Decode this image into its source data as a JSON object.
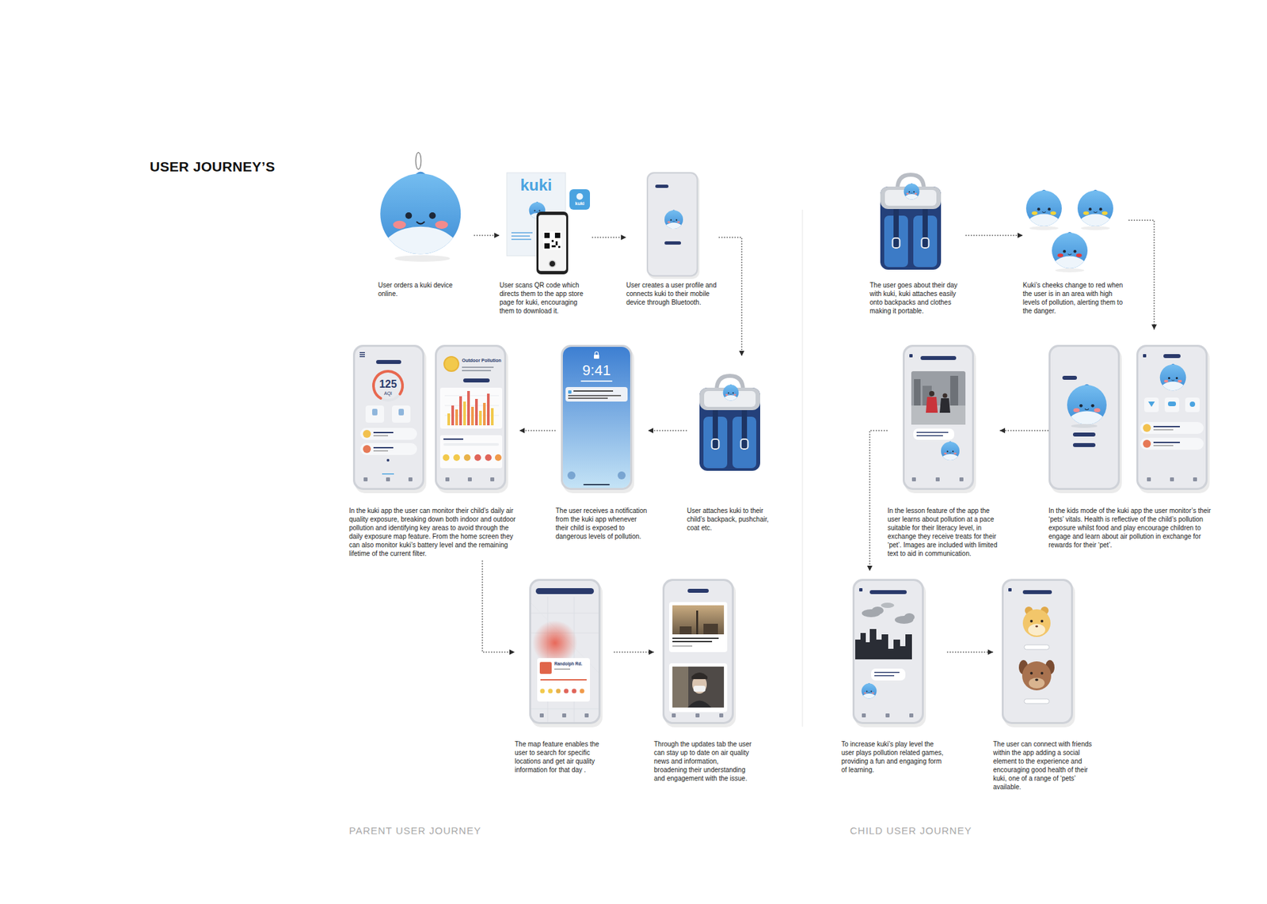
{
  "diagram": {
    "title": "USER JOURNEY’S",
    "nodes": [
      {
        "text": [
          "User orders a kuki device online."
        ]
      },
      {
        "text": [
          "User scans QR code which directs them to the app store page for kuki, encouraging them to download it."
        ]
      },
      {
        "text": [
          "User creates a user profile and connects kuki to their mobile device through Bluetooth."
        ]
      },
      {
        "text": [
          "User attaches kuki to their child’s backpack, pushchair, coat etc."
        ]
      },
      {
        "text": [
          "The user receives a notification from the kuki app whenever their child is exposed to dangerous levels of pollution."
        ]
      },
      {
        "text": [
          "In the kuki app the user can monitor their child’s daily air quality exposure, breaking down both indoor and outdoor pollution and identifying key areas to avoid through the daily exposure map feature. From the home screen they can also monitor kuki’s battery level and the remaining lifetime of the current filter."
        ]
      },
      {
        "text": [
          "The map feature enables the user to search for specific locations and get air quality information for that day ."
        ]
      },
      {
        "text": [
          "Through the updates tab the user can stay up to date on air quality news and information, broadening their understanding and engagement with the issue."
        ]
      },
      {
        "text": [
          "The user goes about their day with kuki, kuki attaches easily onto backpacks and clothes making it portable."
        ]
      },
      {
        "text": [
          "Kuki’s cheeks change to red when the user is in an area with high levels of pollution, alerting them to the danger."
        ]
      },
      {
        "text": [
          "In the kids mode of the kuki app the user monitor’s their ‘pets’ vitals. Health is reflective of the child’s pollution exposure whilst food and play encourage children to engage and learn about air pollution in exchange for rewards for their ‘pet’."
        ]
      },
      {
        "text": [
          "In the lesson feature of the app the user learns about pollution at a pace suitable for their literacy level, in exchange they receive treats for their ‘pet’. Images are included with limited text to aid in communication."
        ]
      },
      {
        "text": [
          "To increase kuki’s play level the user plays pollution related games, providing a fun and engaging form of learning."
        ]
      },
      {
        "text": [
          "The user can connect with friends within the app adding a social element to the experience and encouraging good health of their kuki, one of a range of ‘pets’ available."
        ]
      }
    ],
    "edges": [
      {
        "from": 0,
        "to": 1,
        "arrow": "to"
      },
      {
        "from": 1,
        "to": 2,
        "arrow": "to"
      },
      {
        "from": 2,
        "to": 3,
        "arrow": "to"
      },
      {
        "from": 3,
        "to": 4,
        "arrow": "to"
      },
      {
        "from": 4,
        "to": 5,
        "arrow": "to"
      },
      {
        "from": 5,
        "to": 6,
        "arrow": "to"
      },
      {
        "from": 6,
        "to": 7,
        "arrow": "to"
      },
      {
        "from": 8,
        "to": 9,
        "arrow": "to"
      },
      {
        "from": 9,
        "to": 10,
        "arrow": "to"
      },
      {
        "from": 10,
        "to": 11,
        "arrow": "to"
      },
      {
        "from": 11,
        "to": 12,
        "arrow": "to"
      },
      {
        "from": 12,
        "to": 13,
        "arrow": "to"
      }
    ],
    "labels": [
      "kuki",
      "kuki",
      "9:41",
      "125",
      "AQI",
      "Outdoor Pollution",
      "Randolph Rd.",
      "PARENT USER JOURNEY",
      "CHILD USER JOURNEY"
    ]
  }
}
